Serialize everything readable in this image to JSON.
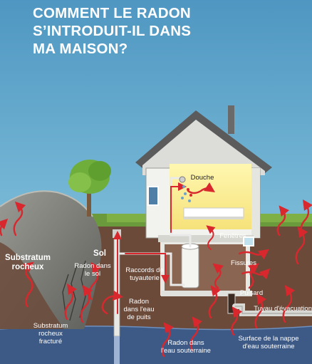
{
  "title": {
    "line1": "COMMENT LE RADON",
    "line2": "S’INTRODUIT-IL DANS",
    "line3": "MA MAISON?"
  },
  "labels": {
    "substratum_rocheux": [
      "Substratum",
      "rocheux"
    ],
    "sol": "Sol",
    "radon_dans_le_sol": [
      "Radon dans",
      "le sol"
    ],
    "substratum_fracture": [
      "Substratum",
      "rocheux",
      "fracturé"
    ],
    "raccords": [
      "Raccords de",
      "tuyauterie"
    ],
    "radon_eau_puits": [
      "Radon",
      "dans l'eau",
      "de puits"
    ],
    "douche": "Douche",
    "fenetres": "Fenêtres",
    "fissures": "Fissures",
    "puisard": "Puisard",
    "tuyau": "Tuyau d'évacuation",
    "radon_eau_souterraine": [
      "Radon dans",
      "l'eau souterraine"
    ],
    "surface_nappe": [
      "Surface de la nappe",
      "d'eau souterraine"
    ]
  },
  "colors": {
    "sky": "#5aa3c8",
    "soil": "#6b4a3a",
    "groundwater": "#3d5a86",
    "arrow": "#d8282e",
    "house_wall": "#f2f2ee",
    "roof": "#5b5b5b"
  }
}
